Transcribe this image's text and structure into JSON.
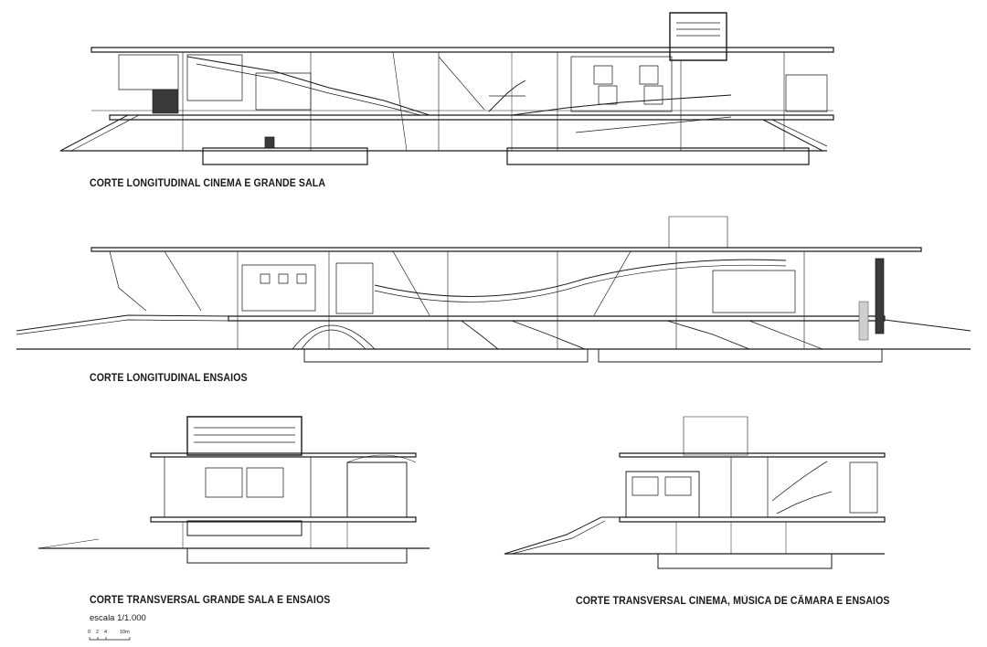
{
  "sections": {
    "s1": {
      "title": "CORTE LONGITUDINAL CINEMA E GRANDE SALA"
    },
    "s2": {
      "title": "CORTE LONGITUDINAL ENSAIOS"
    },
    "s3": {
      "title": "CORTE TRANSVERSAL GRANDE SALA E ENSAIOS"
    },
    "s4": {
      "title": "CORTE TRANSVERSAL CINEMA, MÚSICA DE CÂMARA E ENSAIOS"
    }
  },
  "scale": {
    "label": "escala 1/1.000",
    "ticks": [
      "0",
      "2",
      "4",
      "10m"
    ]
  },
  "colors": {
    "ink": "#1a1a1a",
    "paper": "#ffffff",
    "fill_dark": "#3a3a3a",
    "fill_light": "#cfcfcf"
  }
}
